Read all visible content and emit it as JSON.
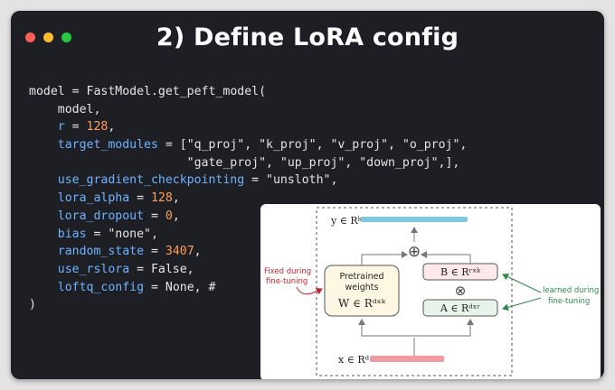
{
  "window": {
    "title": "2) Define LoRA config",
    "traffic_lights": {
      "close": "#ff5f57",
      "minimize": "#febc2e",
      "zoom": "#28c840"
    }
  },
  "code": {
    "l1_name": "model",
    "l1_eq": " = ",
    "l1_call": "FastModel.get_peft_model(",
    "l2": "    model,",
    "l3_key": "    r",
    "l3_eq": " = ",
    "l3_val": "128",
    "l3_end": ",",
    "l4_key": "    target_modules",
    "l4_eq": " = ",
    "l4_val": "[\"q_proj\", \"k_proj\", \"v_proj\", \"o_proj\",",
    "l5_val": "                      \"gate_proj\", \"up_proj\", \"down_proj\",],",
    "l6_key": "    use_gradient_checkpointing",
    "l6_eq": " = ",
    "l6_val": "\"unsloth\",",
    "l7_key": "    lora_alpha",
    "l7_eq": " = ",
    "l7_val": "128",
    "l7_end": ",",
    "l8_key": "    lora_dropout",
    "l8_eq": " = ",
    "l8_val": "0",
    "l8_end": ",",
    "l9_key": "    bias",
    "l9_eq": " = ",
    "l9_val": "\"none\",",
    "l10_key": "    random_state",
    "l10_eq": " = ",
    "l10_val": "3407",
    "l10_end": ",",
    "l11_key": "    use_rslora",
    "l11_eq": " = ",
    "l11_val": "False,",
    "l12_key": "    loftq_config",
    "l12_eq": " = ",
    "l12_val": "None, #",
    "l13": ")"
  },
  "diagram": {
    "output_label": "y ∈ Rᵏ",
    "input_label": "x ∈ Rᵈ",
    "pretrained_title_1": "Pretrained",
    "pretrained_title_2": "weights",
    "pretrained_formula": "W ∈ Rᵈˣᵏ",
    "b_matrix": "B ∈ Rʳˣᵏ",
    "a_matrix": "A ∈ Rᵈˣʳ",
    "plus_symbol": "⊕",
    "times_symbol": "⊗",
    "fixed_note_1": "Fixed during",
    "fixed_note_2": "fine-tuning",
    "learned_note_1": "learned during",
    "learned_note_2": "fine-tuning",
    "colors": {
      "output_bar": "#7ec8dd",
      "input_bar": "#f19aa0",
      "pretrained_fill": "#fdf7e3",
      "b_fill": "#fde8ea",
      "a_fill": "#e7f4ea",
      "fixed_note": "#c8232c",
      "learned_note": "#2f8a4a"
    }
  }
}
